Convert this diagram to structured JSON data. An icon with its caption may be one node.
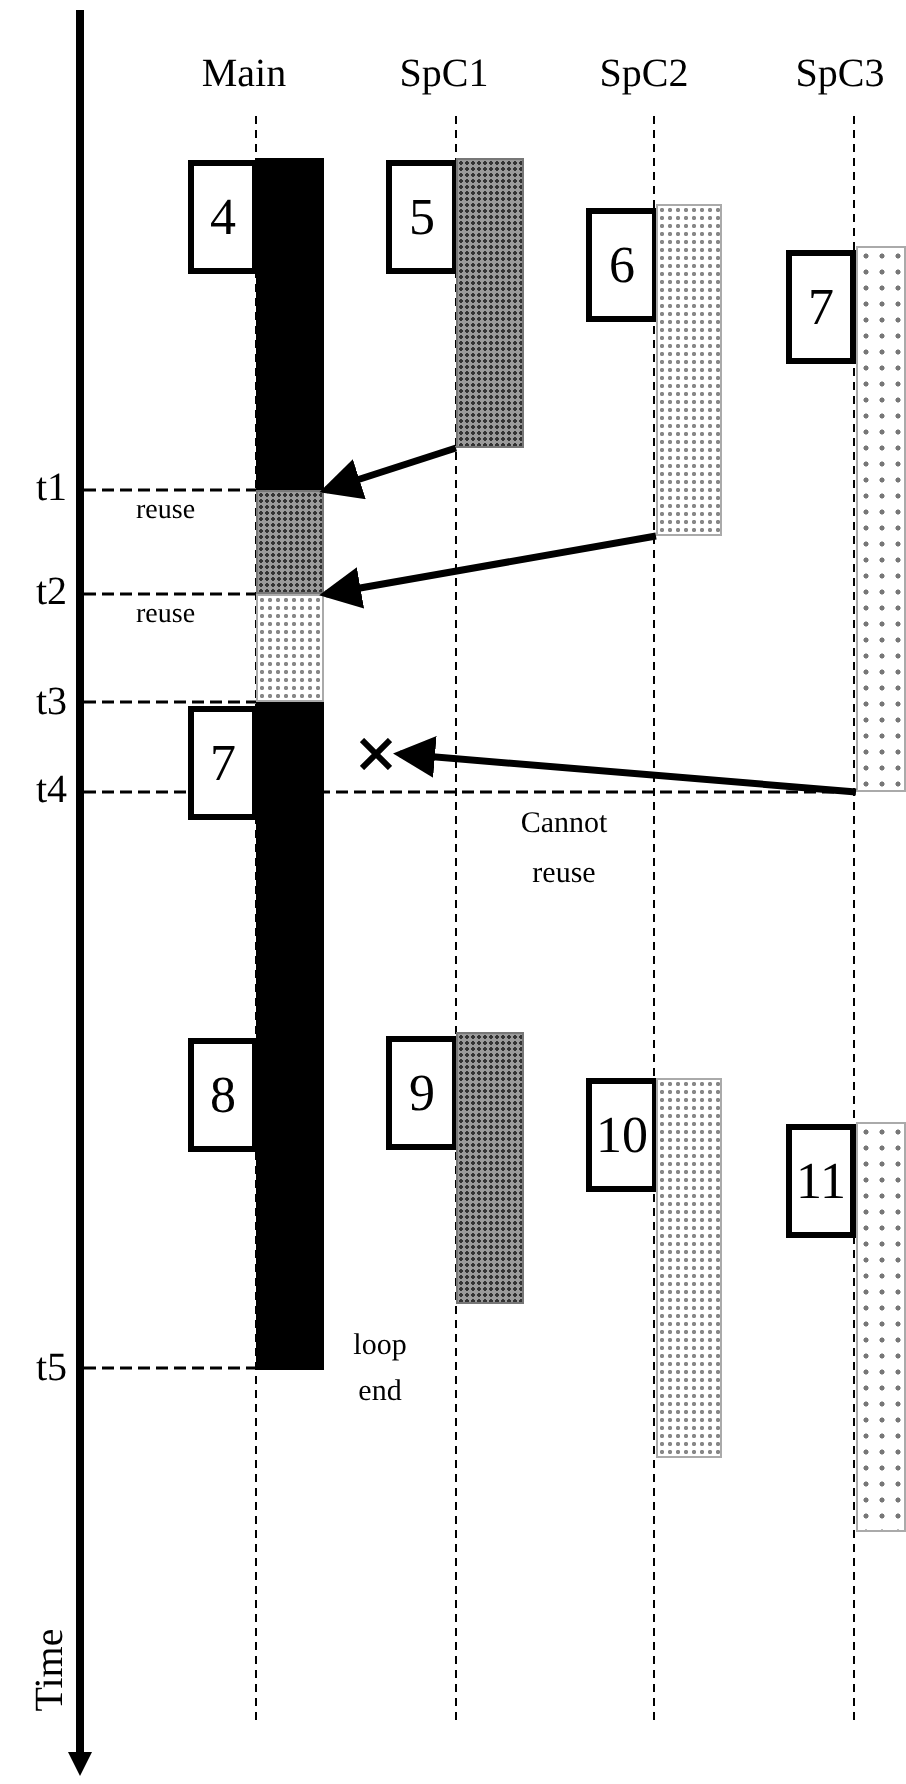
{
  "diagram": {
    "nodes": [
      {
        "text": [
          "4"
        ]
      },
      {
        "text": [],
        "shape": "bar"
      },
      {
        "text": [
          "5"
        ]
      },
      {
        "text": [],
        "shape": "bar"
      },
      {
        "text": [
          "6"
        ]
      },
      {
        "text": [],
        "shape": "bar"
      },
      {
        "text": [
          "7"
        ]
      },
      {
        "text": [],
        "shape": "bar"
      },
      {
        "text": [],
        "shape": "bar",
        "beside": [
          "reuse"
        ]
      },
      {
        "text": [],
        "shape": "bar",
        "beside": [
          "reuse"
        ]
      },
      {
        "text": [
          "7"
        ]
      },
      {
        "text": [],
        "shape": "bar"
      },
      {
        "text": [],
        "shape": "cross"
      },
      {
        "text": [
          "8"
        ]
      },
      {
        "text": [
          "9"
        ]
      },
      {
        "text": [],
        "shape": "bar"
      },
      {
        "text": [
          "10"
        ]
      },
      {
        "text": [],
        "shape": "bar"
      },
      {
        "text": [
          "11"
        ]
      },
      {
        "text": [],
        "shape": "bar"
      }
    ],
    "edges": [
      {
        "from": 3,
        "to": 8,
        "arrow": "to"
      },
      {
        "from": 5,
        "to": 9,
        "arrow": "to"
      },
      {
        "from": 7,
        "to": 12,
        "arrow": "to",
        "label": "Cannot reuse"
      }
    ],
    "labels": [
      "Main",
      "SpC1",
      "SpC2",
      "SpC3",
      "t1",
      "t2",
      "t3",
      "t4",
      "loop end",
      "t5",
      "Time"
    ]
  }
}
